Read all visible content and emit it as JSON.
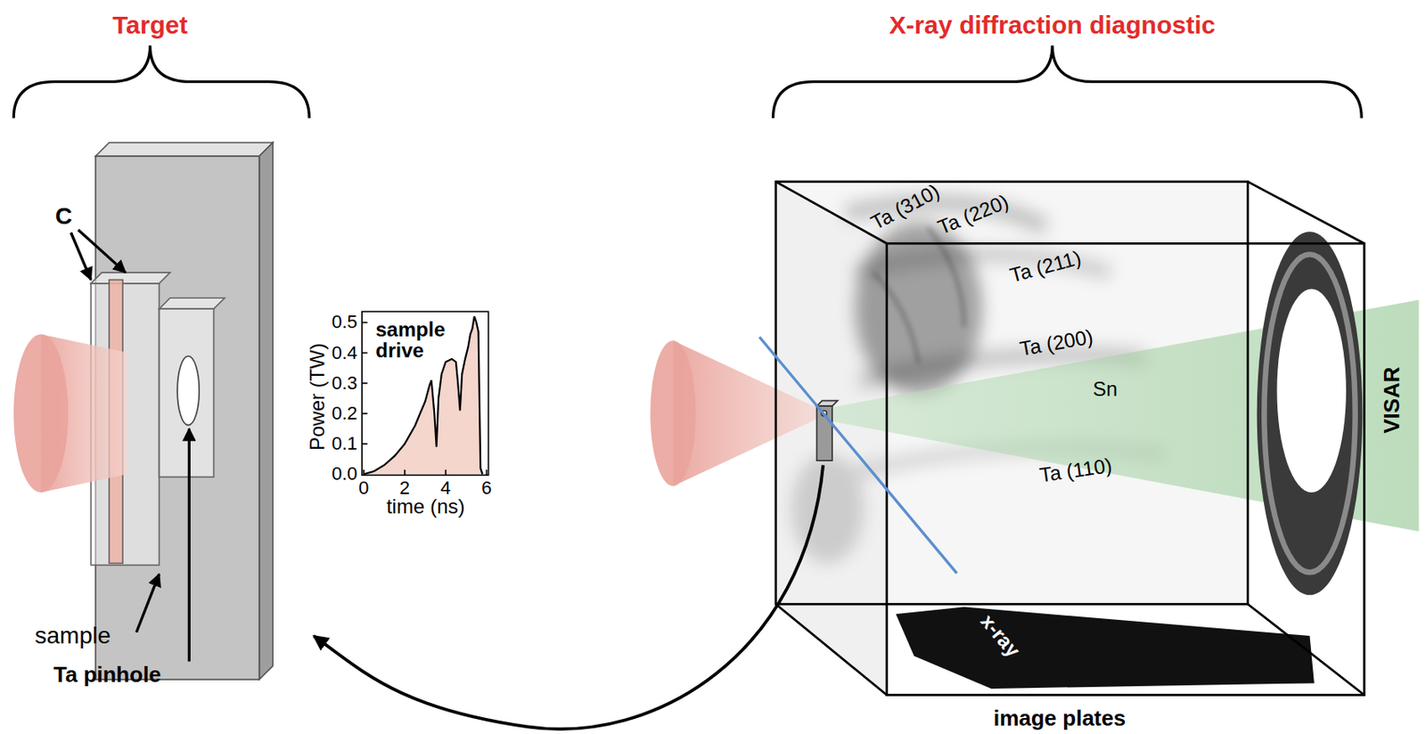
{
  "diagram": {
    "labels": [
      "Target",
      "X-ray diffraction diagnostic",
      "C",
      "sample",
      "Ta pinhole",
      "Power (TW)",
      "0.5",
      "0.4",
      "0.3",
      "0.2",
      "0.1",
      "0.0",
      "0",
      "2",
      "4",
      "6",
      "sample drive",
      "time (ns)",
      "Ta (310)",
      "Ta (220)",
      "Ta (211)",
      "Ta (200)",
      "Sn",
      "Ta (110)",
      "x-ray",
      "VISAR",
      "image plates"
    ]
  }
}
